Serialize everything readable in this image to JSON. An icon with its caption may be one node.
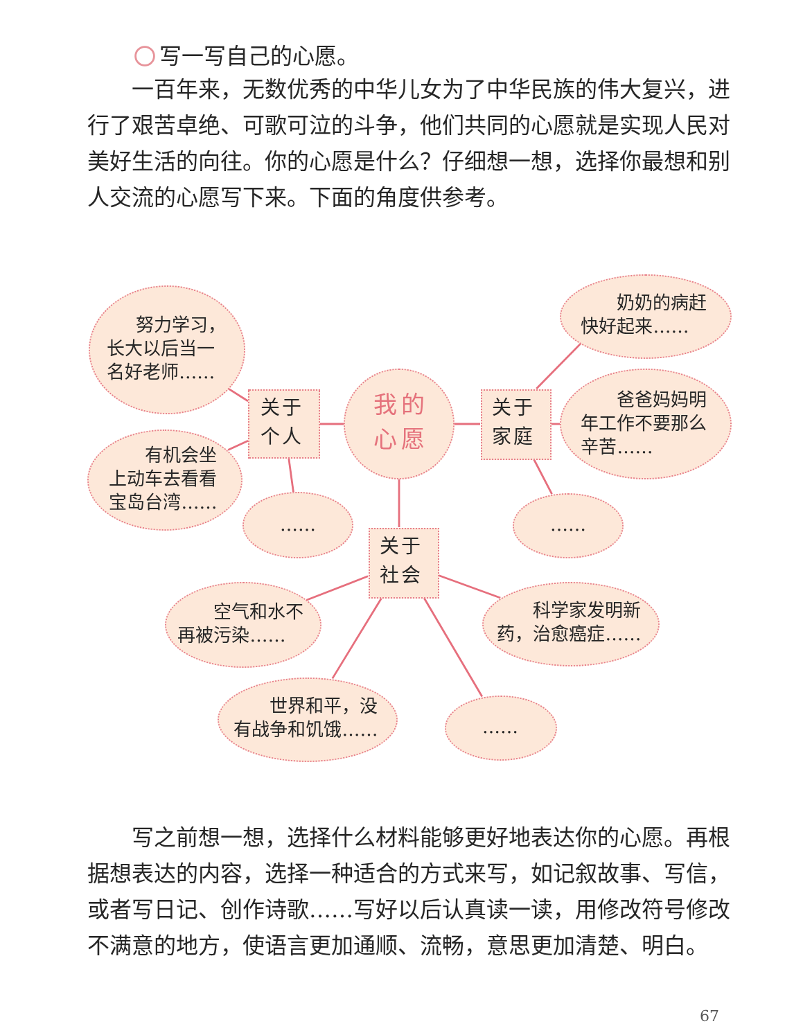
{
  "diagram": {
    "title": "写一写自己的心愿。",
    "nodes": [
      {
        "text": [
          "我的心愿"
        ]
      },
      {
        "text": [
          "关于个人"
        ]
      },
      {
        "text": [
          "努力学习，长大以后当一名好老师……"
        ]
      },
      {
        "text": [
          "有机会坐上动车去看看宝岛台湾……"
        ]
      },
      {
        "text": [
          "……"
        ]
      },
      {
        "text": [
          "关于家庭"
        ]
      },
      {
        "text": [
          "奶奶的病赶快好起来……"
        ]
      },
      {
        "text": [
          "爸爸妈妈明年工作不要那么辛苦……"
        ]
      },
      {
        "text": [
          "……"
        ]
      },
      {
        "text": [
          "关于社会"
        ]
      },
      {
        "text": [
          "空气和水不再被污染……"
        ]
      },
      {
        "text": [
          "科学家发明新药，治愈癌症……"
        ]
      },
      {
        "text": [
          "世界和平，没有战争和饥饿……"
        ]
      },
      {
        "text": [
          "……"
        ]
      }
    ],
    "edges": [
      {
        "from": 0,
        "to": 1,
        "arrow": "none"
      },
      {
        "from": 0,
        "to": 5,
        "arrow": "none"
      },
      {
        "from": 0,
        "to": 9,
        "arrow": "none"
      },
      {
        "from": 1,
        "to": 2,
        "arrow": "none"
      },
      {
        "from": 1,
        "to": 3,
        "arrow": "none"
      },
      {
        "from": 1,
        "to": 4,
        "arrow": "none"
      },
      {
        "from": 5,
        "to": 6,
        "arrow": "none"
      },
      {
        "from": 5,
        "to": 7,
        "arrow": "none"
      },
      {
        "from": 5,
        "to": 8,
        "arrow": "none"
      },
      {
        "from": 9,
        "to": 10,
        "arrow": "none"
      },
      {
        "from": 9,
        "to": 11,
        "arrow": "none"
      },
      {
        "from": 9,
        "to": 12,
        "arrow": "none"
      },
      {
        "from": 9,
        "to": 13,
        "arrow": "none"
      }
    ],
    "labels": [
      "一百年来，无数优秀的中华儿女为了中华民族的伟大复兴，进行了艰苦卓绝、可歌可泣的斗争，他们共同的心愿就是实现人民对美好生活的向往。你的心愿是什么？仔细想一想，选择你最想和别人交流的心愿写下来。下面的角度供参考。",
      "写之前想一想，选择什么材料能够更好地表达你的心愿。再根据想表达的内容，选择一种适合的方式来写，如记叙故事、写信，或者写日记、创作诗歌……写好以后认真读一读，用修改符号修改不满意的地方，使语言更加通顺、流畅，意思更加清楚、明白。",
      "67"
    ]
  }
}
